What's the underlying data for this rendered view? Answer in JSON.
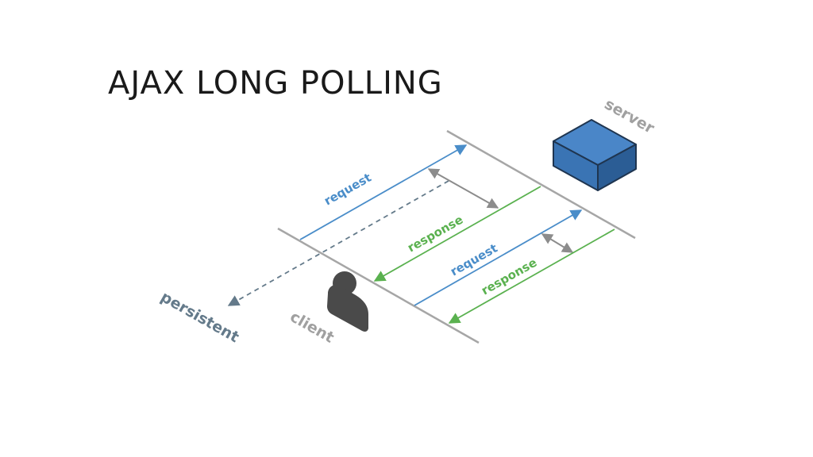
{
  "title": "AJAX LONG POLLING",
  "labels": {
    "server": "server",
    "client": "client",
    "persistent": "persistent",
    "request_1": "request",
    "response_1": "response",
    "request_2": "request",
    "response_2": "response"
  },
  "colors": {
    "request": "#4a8dc9",
    "response": "#5ab14f",
    "timeline": "#a6a6a6",
    "gray_label": "#a0a0a0",
    "persistent": "#647a8a",
    "server_box": "#3a74b4",
    "client_icon": "#4a4a4a"
  },
  "icons": {
    "server": "server-cube-icon",
    "client": "user-icon"
  }
}
